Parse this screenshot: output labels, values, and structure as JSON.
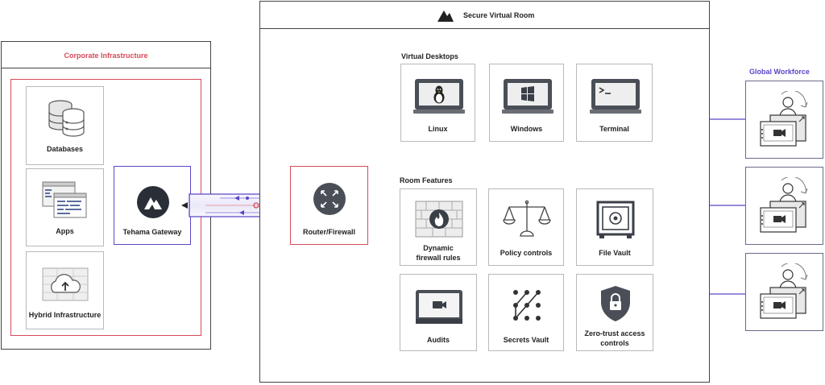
{
  "corporate": {
    "title": "Corporate Infrastructure",
    "items": [
      {
        "label": "Databases",
        "icon": "database-icon"
      },
      {
        "label": "Apps",
        "icon": "app-windows-icon"
      },
      {
        "label": "Hybrid Infrastructure",
        "icon": "cloud-upload-icon"
      }
    ],
    "gateway": {
      "label": "Tehama Gateway",
      "icon": "tehama-logo-icon"
    }
  },
  "room": {
    "title": "Secure Virtual Room",
    "logo_icon": "tehama-logo-icon",
    "router": {
      "label": "Router/Firewall",
      "icon": "router-arrows-icon"
    },
    "desktops": {
      "title": "Virtual Desktops",
      "items": [
        {
          "label": "Linux",
          "icon": "linux-monitor-icon"
        },
        {
          "label": "Windows",
          "icon": "windows-monitor-icon"
        },
        {
          "label": "Terminal",
          "icon": "terminal-monitor-icon"
        }
      ]
    },
    "features": {
      "title": "Room Features",
      "items": [
        {
          "label1": "Dynamic",
          "label2": "firewall rules",
          "icon": "firewall-icon"
        },
        {
          "label1": "Policy controls",
          "label2": "",
          "icon": "scales-icon"
        },
        {
          "label1": "File Vault",
          "label2": "",
          "icon": "safe-icon"
        },
        {
          "label1": "Audits",
          "label2": "",
          "icon": "video-audit-icon"
        },
        {
          "label1": "Secrets Vault",
          "label2": "",
          "icon": "pattern-lock-icon"
        },
        {
          "label1": "Zero-trust access",
          "label2": "controls",
          "icon": "shield-lock-icon"
        }
      ]
    }
  },
  "workforce": {
    "title": "Global Workforce",
    "count": 3,
    "icon": "remote-worker-icon"
  },
  "colors": {
    "purple": "#5b46c6",
    "red": "#d64a5a",
    "dark": "#444444",
    "border": "#b9b9b9"
  }
}
